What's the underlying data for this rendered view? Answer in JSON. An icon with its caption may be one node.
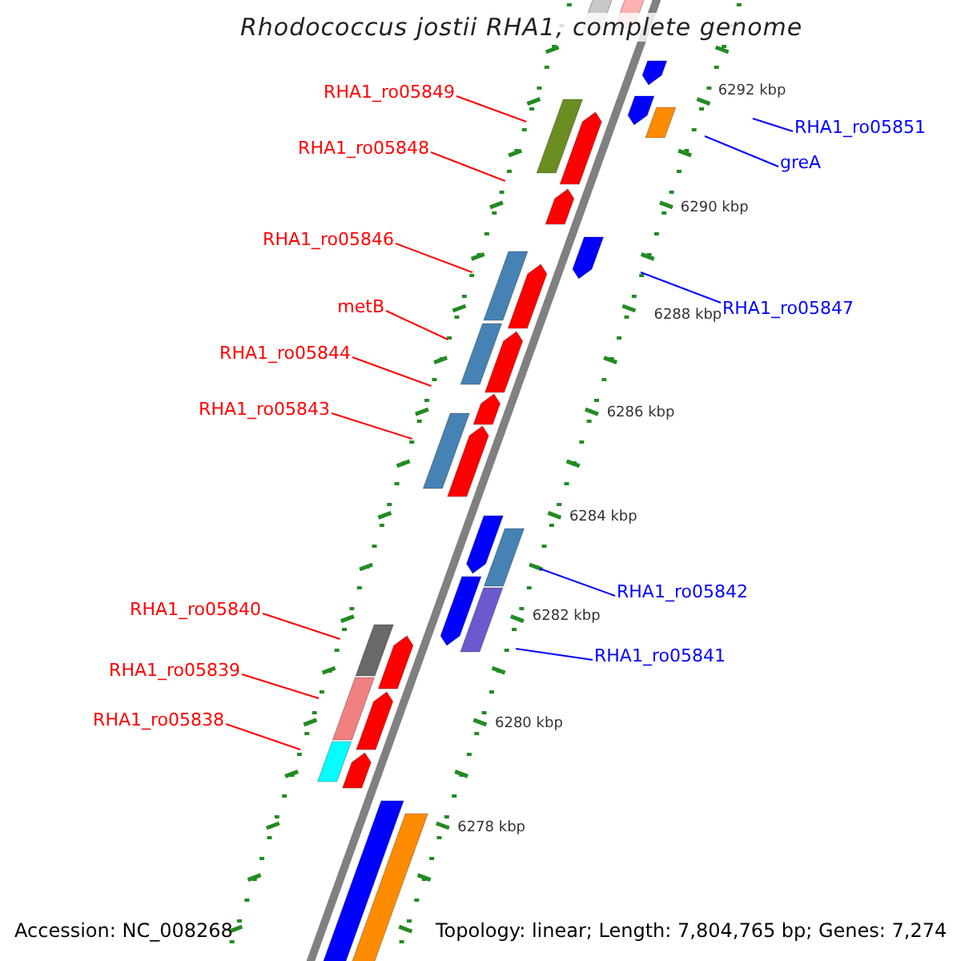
{
  "diagram": {
    "title": "Rhodococcus jostii RHA1, complete genome",
    "nodes": [
      {
        "text": [
          "RHA1_ro05849"
        ]
      },
      {
        "text": [
          "RHA1_ro05851"
        ]
      },
      {
        "text": [
          "RHA1_ro05848"
        ]
      },
      {
        "text": [
          "greA"
        ]
      },
      {
        "text": [
          "RHA1_ro05846"
        ]
      },
      {
        "text": [
          "metB"
        ]
      },
      {
        "text": [
          "RHA1_ro05847"
        ]
      },
      {
        "text": [
          "RHA1_ro05844"
        ]
      },
      {
        "text": [
          "RHA1_ro05843"
        ]
      },
      {
        "text": [
          "RHA1_ro05842"
        ]
      },
      {
        "text": [
          "RHA1_ro05840"
        ]
      },
      {
        "text": [
          "RHA1_ro05841"
        ]
      },
      {
        "text": [
          "RHA1_ro05839"
        ]
      },
      {
        "text": [
          "RHA1_ro05838"
        ]
      }
    ],
    "edges": [
      {
        "from": 0,
        "to": null,
        "arrow": "none"
      },
      {
        "from": 1,
        "to": null,
        "arrow": "none",
        "color": "#0000ff"
      },
      {
        "from": 2,
        "to": null,
        "arrow": "none"
      },
      {
        "from": 3,
        "to": null,
        "arrow": "none",
        "color": "#0000ff"
      },
      {
        "from": 4,
        "to": null,
        "arrow": "none"
      },
      {
        "from": 5,
        "to": null,
        "arrow": "none"
      },
      {
        "from": 6,
        "to": null,
        "arrow": "none",
        "color": "#0000ff"
      },
      {
        "from": 7,
        "to": null,
        "arrow": "none"
      },
      {
        "from": 8,
        "to": null,
        "arrow": "none"
      },
      {
        "from": 9,
        "to": null,
        "arrow": "none",
        "color": "#0000ff"
      },
      {
        "from": 10,
        "to": null,
        "arrow": "none"
      },
      {
        "from": 11,
        "to": null,
        "arrow": "none",
        "color": "#0000ff"
      },
      {
        "from": 12,
        "to": null,
        "arrow": "none"
      },
      {
        "from": 13,
        "to": null,
        "arrow": "none"
      }
    ],
    "labels": [
      "6292 kbp",
      "6290 kbp",
      "6288 kbp",
      "6286 kbp",
      "6284 kbp",
      "6282 kbp",
      "6280 kbp",
      "6278 kbp",
      "Accession: NC_008268",
      "Topology: linear; Length: 7,804,765 bp; Genes: 7,274"
    ]
  }
}
